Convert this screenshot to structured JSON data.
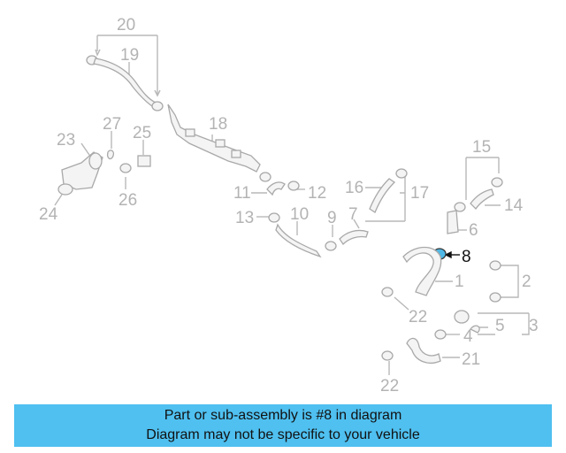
{
  "diagram": {
    "highlighted_part": "8",
    "callouts": [
      "20",
      "19",
      "18",
      "27",
      "25",
      "23",
      "26",
      "24",
      "15",
      "14",
      "11",
      "12",
      "16",
      "17",
      "13",
      "10",
      "9",
      "7",
      "6",
      "8",
      "1",
      "2",
      "22",
      "5",
      "3",
      "4",
      "21",
      "22"
    ]
  },
  "banner": {
    "line1": "Part or sub-assembly is #8 in diagram",
    "line2": "Diagram may not be specific to your vehicle"
  },
  "colors": {
    "banner_bg": "#4fc0f0",
    "highlight_part": "#4fb8e6",
    "callout_muted": "#b3b3b3",
    "callout_active": "#111111"
  }
}
